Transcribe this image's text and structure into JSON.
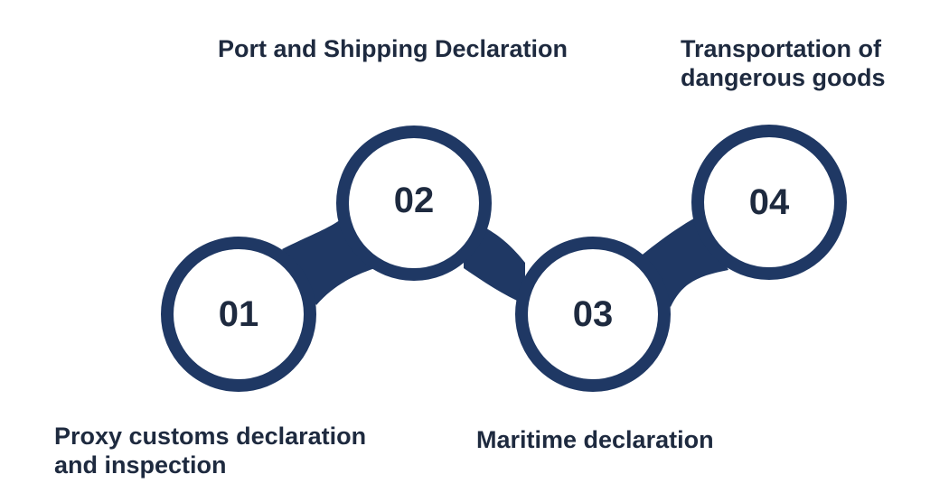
{
  "colors": {
    "accent": "#1f3864",
    "text": "#1e2a3f",
    "fill": "#ffffff"
  },
  "steps": [
    {
      "number": "01",
      "label_lines": [
        "Proxy customs declaration",
        "and inspection"
      ]
    },
    {
      "number": "02",
      "label_lines": [
        "Port and Shipping Declaration"
      ]
    },
    {
      "number": "03",
      "label_lines": [
        "Maritime declaration"
      ]
    },
    {
      "number": "04",
      "label_lines": [
        "Transportation of",
        "dangerous goods"
      ]
    }
  ]
}
